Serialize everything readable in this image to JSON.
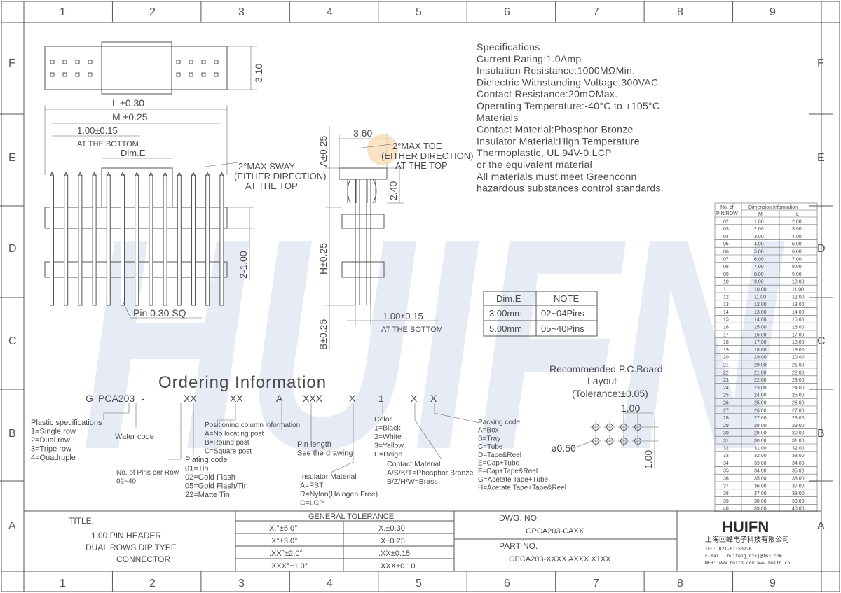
{
  "grid": {
    "columns": [
      "1",
      "2",
      "3",
      "4",
      "5",
      "6",
      "7",
      "8",
      "9"
    ],
    "rows": [
      "F",
      "E",
      "D",
      "C",
      "B",
      "A"
    ]
  },
  "watermark": {
    "text": "HUIFN"
  },
  "specifications": [
    "Specifications",
    "Current Rating:1.0Amp",
    "Insulation Resistance:1000MΩMin.",
    "Dielectric Withstanding Voltage:300VAC",
    "Contact Resistance:20mΩMax.",
    "Operating Temperature:-40°C to +105°C",
    "Materials",
    "Contact Material:Phosphor Bronze",
    "Insulator Material:High Temperature",
    "Thermoplastic, UL 94V-0 LCP",
    "or the equivalent material",
    "All materials must meet Greenconn",
    "hazardous substances control standards."
  ],
  "front_view": {
    "height_dim": "3.10",
    "l_dim": "L ±0.30",
    "m_dim": "M ±0.25",
    "pitch_dim": "1.00±0.15",
    "pitch_note": "AT THE BOTTOM",
    "dim_e": "Dim.E",
    "sway1": "2°MAX SWAY",
    "sway2": "(EITHER DIRECTION)",
    "sway3": "AT THE TOP",
    "post_dim": "2-1.00",
    "pin_note": "Pin 0.30 SQ"
  },
  "side_view": {
    "width_dim": "3.60",
    "a_dim": "A±0.25",
    "toe1": "2°MAX TOE",
    "toe2": "(EITHER DIRECTION)",
    "toe3": "AT THE TOP",
    "h240": "2.40",
    "h_dim": "H±0.25",
    "b_dim": "B±0.25",
    "pitch_dim": "1.00±0.15",
    "pitch_note": "AT THE BOTTOM"
  },
  "dim_e_table": {
    "headers": [
      "Dim.E",
      "NOTE"
    ],
    "rows": [
      [
        "3.00mm",
        "02~04Pins"
      ],
      [
        "5.00mm",
        "05~40Pins"
      ]
    ]
  },
  "dimension_table": {
    "header_left_1": "No. of",
    "header_left_2": "PIN/ROW",
    "header_group": "Dimension Information",
    "header_m": "M",
    "header_l": "L",
    "rows": [
      [
        "02",
        "1.00",
        "2.00"
      ],
      [
        "03",
        "2.00",
        "3.00"
      ],
      [
        "04",
        "3.00",
        "4.00"
      ],
      [
        "05",
        "4.00",
        "5.00"
      ],
      [
        "06",
        "5.00",
        "6.00"
      ],
      [
        "07",
        "6.00",
        "7.00"
      ],
      [
        "08",
        "7.00",
        "8.00"
      ],
      [
        "09",
        "8.00",
        "9.00"
      ],
      [
        "10",
        "9.00",
        "10.00"
      ],
      [
        "11",
        "10.00",
        "11.00"
      ],
      [
        "12",
        "11.00",
        "12.00"
      ],
      [
        "13",
        "12.00",
        "13.00"
      ],
      [
        "14",
        "13.00",
        "14.00"
      ],
      [
        "15",
        "14.00",
        "15.00"
      ],
      [
        "16",
        "15.00",
        "16.00"
      ],
      [
        "17",
        "16.00",
        "17.00"
      ],
      [
        "18",
        "17.00",
        "18.00"
      ],
      [
        "19",
        "18.00",
        "19.00"
      ],
      [
        "20",
        "19.00",
        "20.00"
      ],
      [
        "21",
        "20.00",
        "21.00"
      ],
      [
        "22",
        "21.00",
        "22.00"
      ],
      [
        "23",
        "22.00",
        "23.00"
      ],
      [
        "24",
        "23.00",
        "24.00"
      ],
      [
        "25",
        "24.00",
        "25.00"
      ],
      [
        "26",
        "25.00",
        "26.00"
      ],
      [
        "27",
        "26.00",
        "27.00"
      ],
      [
        "28",
        "27.00",
        "28.00"
      ],
      [
        "29",
        "28.00",
        "29.00"
      ],
      [
        "30",
        "29.00",
        "30.00"
      ],
      [
        "31",
        "30.00",
        "31.00"
      ],
      [
        "32",
        "31.00",
        "32.00"
      ],
      [
        "33",
        "32.00",
        "33.00"
      ],
      [
        "34",
        "33.00",
        "34.00"
      ],
      [
        "35",
        "34.00",
        "35.00"
      ],
      [
        "36",
        "35.00",
        "36.00"
      ],
      [
        "37",
        "36.00",
        "37.00"
      ],
      [
        "38",
        "37.00",
        "38.00"
      ],
      [
        "39",
        "38.00",
        "39.00"
      ],
      [
        "40",
        "39.00",
        "40.00"
      ]
    ]
  },
  "pcb": {
    "title1": "Recommended P.C.Board",
    "title2": "Layout",
    "title3": "(Tolerance:±0.05)",
    "pitch_x": "1.00",
    "hole": "ø0.50",
    "pitch_y": "1.00"
  },
  "ordering": {
    "title": "Ordering Information",
    "code": [
      "G",
      "PCA203",
      "-",
      "XX",
      "XX",
      "A",
      "XXX",
      "X",
      "1",
      "X",
      "X"
    ],
    "plastic": [
      "Plastic specifications",
      "1=Single row",
      "2=Dual row",
      "3=Tripe row",
      "4=Quadruple"
    ],
    "water": "Water code",
    "pins_per_row": [
      "No. of Pins per Row",
      "02~40"
    ],
    "plating": [
      "Plating code",
      "01=Tin",
      "02=Gold Flash",
      "05=Gold Flash/Tin",
      "22=Matte Tin"
    ],
    "positioning": [
      "Positioning column information",
      "A=No locating post",
      "B=Round post",
      "C=Square post"
    ],
    "pin_length": [
      "Pin length",
      "See the drawing"
    ],
    "insulator": [
      "Insulator Material",
      "A=PBT",
      "R=Nylon(Halogen Free)",
      "C=LCP"
    ],
    "color": [
      "Color",
      "1=Black",
      "2=White",
      "3=Yellow",
      "E=Beige"
    ],
    "contact": [
      "Contact Material",
      "A/S/K/T=Phosphor Bronze",
      "B/Z/H/W=Brass"
    ],
    "packing": [
      "Packing code",
      "A=Box",
      "B=Tray",
      "C=Tube",
      "D=Tape&Reel",
      "E=Cap+Tube",
      "F=Cap+Tape&Reel",
      "G=Acetate Tape+Tube",
      "H=Acetate Tape+Tape&Reel"
    ]
  },
  "title_block": {
    "title_label": "TITLE.",
    "title_lines": [
      "1.00 PIN HEADER",
      "DUAL ROWS DIP TYPE",
      "CONNECTOR"
    ],
    "tolerance_header": "GENERAL TOLERANCE",
    "tolerance_rows": [
      [
        "X.°±5.0°",
        "X.±0.30"
      ],
      [
        ".X°±3.0°",
        ".X±0.25"
      ],
      [
        ".XX°±2.0°",
        ".XX±0.15"
      ],
      [
        ".XXX°±1.0°",
        ".XXX±0.10"
      ]
    ],
    "dwg_label": "DWG. NO.",
    "dwg_value": "GPCA203-CAXX",
    "part_label": "PART NO.",
    "part_value": "GPCA203-XXXX AXXX X1XX",
    "logo": "HUIFN",
    "company": "上海回峰电子科技有限公司",
    "tel": "TEL: 021-67150226",
    "email": "E-mail: huifeng_dzkj@163.com",
    "web": "WEB: www.huifn.com  www.huifn.cn"
  }
}
